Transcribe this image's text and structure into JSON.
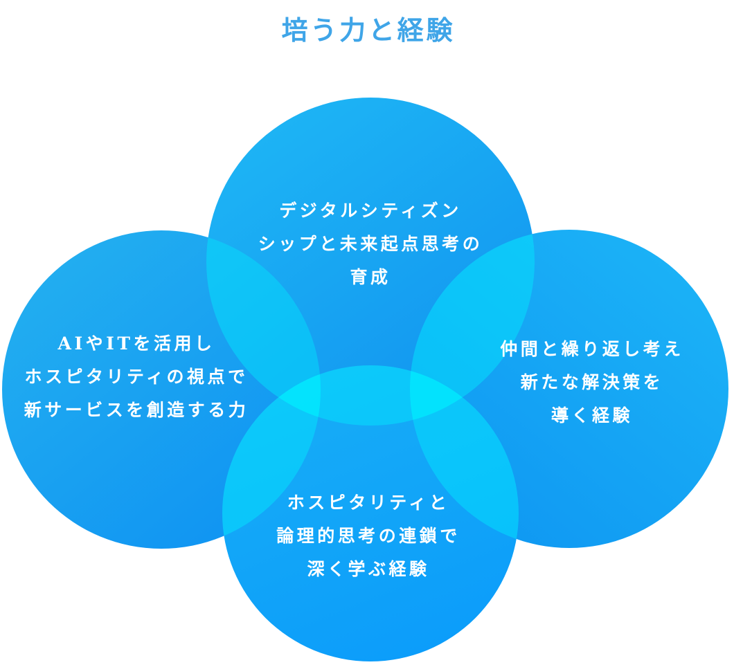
{
  "title": {
    "label": "培う力と経験"
  },
  "circles": {
    "top": {
      "lines": [
        "デジタルシティズン",
        "シップと未来起点思考の",
        "育成"
      ]
    },
    "left": {
      "lines": [
        "AIやITを活用し",
        "ホスピタリティの視点で",
        "新サービスを創造する力"
      ]
    },
    "right": {
      "lines": [
        "仲間と繰り返し考え",
        "新たな解決策を",
        "導く経験"
      ]
    },
    "bottom": {
      "lines": [
        "ホスピタリティと",
        "論理的思考の連鎖で",
        "深く学ぶ経験"
      ]
    }
  },
  "colors": {
    "title_text": "#3FA5E8",
    "bubble_background": "#FFFFFF",
    "label_text": "#FFFFFF",
    "overlap": "rgba(0,240,255,0.42)",
    "gradients": {
      "top": {
        "from": "#1FB9F5",
        "to": "#1295F0"
      },
      "left": {
        "from": "#25B2F0",
        "to": "#0F93F2"
      },
      "right": {
        "from": "#1DB6F7",
        "to": "#0F97F2"
      },
      "bottom": {
        "from": "#18AEF6",
        "to": "#0C9DFA"
      }
    }
  }
}
